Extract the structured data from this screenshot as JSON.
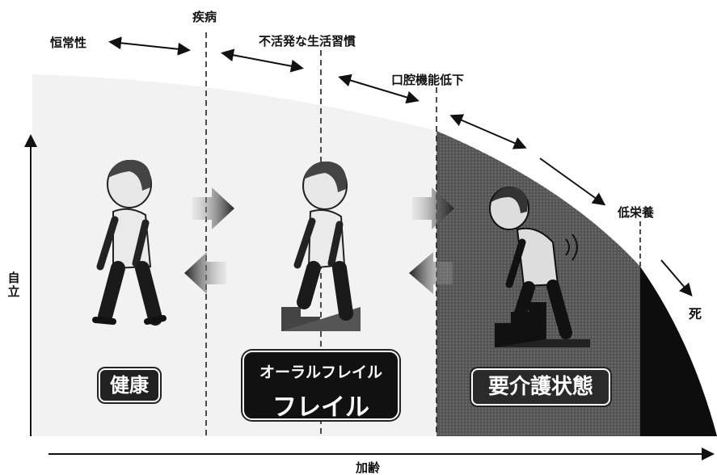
{
  "labels": {
    "homeostasis": "恒常性",
    "disease": "疾病",
    "bad_habits": "不活発な生活習慣",
    "oral_decline": "口腔機能低下",
    "undernutrition": "低栄養",
    "death": "死",
    "x_axis": "加齢",
    "y_axis": [
      "自",
      "立"
    ]
  },
  "stages": {
    "healthy": "健康",
    "oral_frailty": "オーラルフレイル",
    "frailty": "フレイル",
    "care_needed": "要介護状態"
  },
  "colors": {
    "care_zone": "#4a4a4a",
    "final_zone": "#0d0d0d",
    "badge": "#1a1a1a"
  },
  "icons": [
    "healthy-walking-person-icon",
    "frail-person-climbing-icon",
    "collapsing-person-icon",
    "forward-arrow-icon",
    "backward-arrow-icon"
  ]
}
